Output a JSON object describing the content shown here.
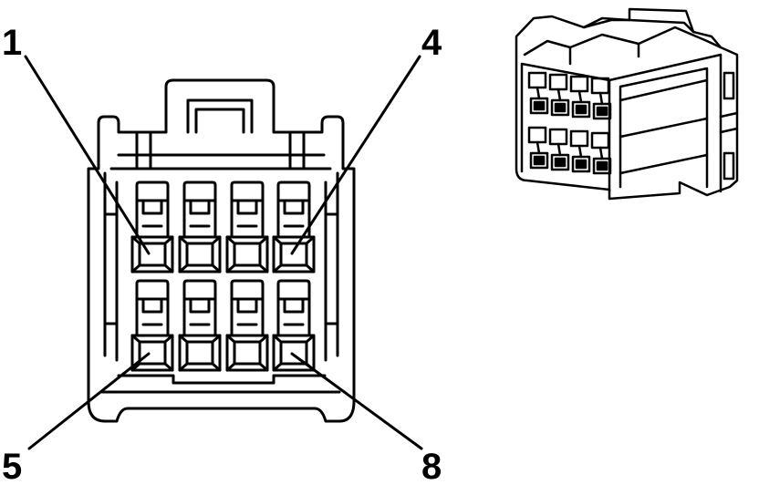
{
  "diagram": {
    "type": "connector-pinout",
    "pin_count": 8,
    "layout": {
      "rows": 2,
      "columns": 4
    },
    "labels": [
      {
        "id": "pin-1",
        "text": "1"
      },
      {
        "id": "pin-4",
        "text": "4"
      },
      {
        "id": "pin-5",
        "text": "5"
      },
      {
        "id": "pin-8",
        "text": "8"
      }
    ],
    "colors": {
      "line": "#000000",
      "background": "#ffffff"
    }
  }
}
